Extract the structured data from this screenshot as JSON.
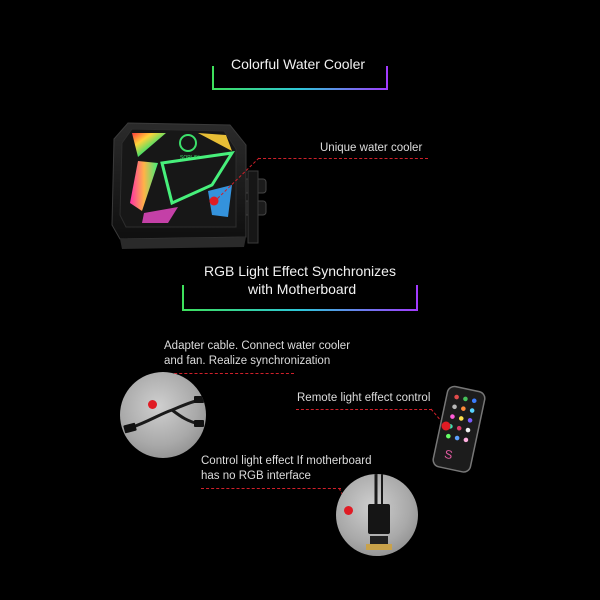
{
  "heading1": "Colorful Water Cooler",
  "callout_pump": "Unique water cooler",
  "heading2_line1": "RGB Light Effect Synchronizes",
  "heading2_line2": "with Motherboard",
  "callout_adapter_line1": "Adapter cable. Connect water cooler",
  "callout_adapter_line2": "and fan. Realize synchronization",
  "callout_remote": "Remote light effect control",
  "callout_control_line1": "Control light effect If motherboard",
  "callout_control_line2": "has no RGB interface",
  "pump_logo": "SOPLAY",
  "remote_logo": "S",
  "colors": {
    "accent_red": "#e01b24",
    "bracket_green": "#39e05a",
    "bracket_purple": "#9b3bff"
  }
}
